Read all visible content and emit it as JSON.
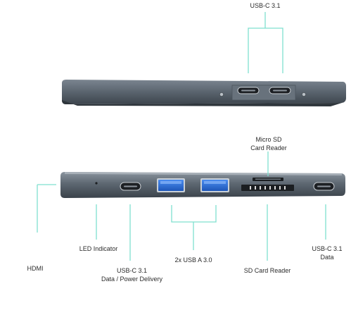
{
  "labels": {
    "top_usbc": "USB-C 3.1",
    "microsd_line1": "Micro SD",
    "microsd_line2": "Card Reader",
    "hdmi": "HDMI",
    "led": "LED Indicator",
    "usbc_pd_line1": "USB-C 3.1",
    "usbc_pd_line2": "Data / Power Delivery",
    "usba": "2x USB A 3.0",
    "sd": "SD Card Reader",
    "usbc_data_line1": "USB-C 3.1",
    "usbc_data_line2": "Data"
  },
  "colors": {
    "leader_line": "#7fe0cf",
    "hub_body": "#5b6570",
    "usba_port": "#2f6fd6"
  }
}
